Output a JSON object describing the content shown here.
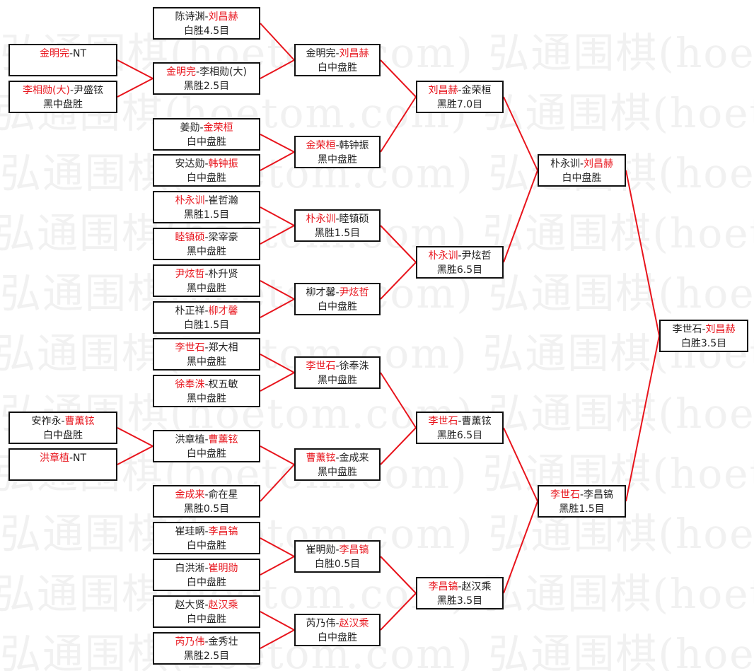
{
  "watermark": "弘通围棋(hoetom.com)",
  "colors": {
    "winner": "#e8141c",
    "connector": "#e8141c",
    "border": "#111111"
  },
  "matches": {
    "A1": {
      "p1": "金明完",
      "p2": "NT",
      "winner": 0,
      "result": ""
    },
    "A2": {
      "p1": "李相勋(大)",
      "p2": "尹盛铉",
      "winner": 0,
      "result": "黑中盘胜"
    },
    "A3": {
      "p1": "安祚永",
      "p2": "曹薰铉",
      "winner": 1,
      "result": "白中盘胜"
    },
    "A4": {
      "p1": "洪章植",
      "p2": "NT",
      "winner": 0,
      "result": ""
    },
    "B1": {
      "p1": "陈诗渊",
      "p2": "刘昌赫",
      "winner": 1,
      "result": "白胜4.5目"
    },
    "B2": {
      "p1": "金明完",
      "p2": "李相勋(大)",
      "winner": 0,
      "result": "黑胜2.5目"
    },
    "B3": {
      "p1": "姜勋",
      "p2": "金荣桓",
      "winner": 1,
      "result": "白中盘胜"
    },
    "B4": {
      "p1": "安达勋",
      "p2": "韩钟振",
      "winner": 1,
      "result": "白中盘胜"
    },
    "B5": {
      "p1": "朴永训",
      "p2": "崔哲瀚",
      "winner": 0,
      "result": "黑胜1.5目"
    },
    "B6": {
      "p1": "睦镇硕",
      "p2": "梁宰豪",
      "winner": 0,
      "result": "黑中盘胜"
    },
    "B7": {
      "p1": "尹炫哲",
      "p2": "朴升贤",
      "winner": 0,
      "result": "黑中盘胜"
    },
    "B8": {
      "p1": "朴正祥",
      "p2": "柳才馨",
      "winner": 1,
      "result": "白胜1.5目"
    },
    "B9": {
      "p1": "李世石",
      "p2": "郑大相",
      "winner": 0,
      "result": "黑中盘胜"
    },
    "B10": {
      "p1": "徐奉洙",
      "p2": "权五敏",
      "winner": 0,
      "result": "黑中盘胜"
    },
    "B11": {
      "p1": "洪章植",
      "p2": "曹薰铉",
      "winner": 1,
      "result": "白中盘胜"
    },
    "B12": {
      "p1": "金成来",
      "p2": "俞在星",
      "winner": 0,
      "result": "黑胜0.5目"
    },
    "B13": {
      "p1": "崔珪昞",
      "p2": "李昌镐",
      "winner": 1,
      "result": "白中盘胜"
    },
    "B14": {
      "p1": "白洪淅",
      "p2": "崔明勋",
      "winner": 1,
      "result": "白中盘胜"
    },
    "B15": {
      "p1": "赵大贤",
      "p2": "赵汉乘",
      "winner": 1,
      "result": "白中盘胜"
    },
    "B16": {
      "p1": "芮乃伟",
      "p2": "金秀壮",
      "winner": 0,
      "result": "黑胜2.5目"
    },
    "C1": {
      "p1": "金明完",
      "p2": "刘昌赫",
      "winner": 1,
      "result": "白中盘胜"
    },
    "C2": {
      "p1": "金荣桓",
      "p2": "韩钟振",
      "winner": 0,
      "result": "黑中盘胜"
    },
    "C3": {
      "p1": "朴永训",
      "p2": "睦镇硕",
      "winner": 0,
      "result": "黑胜1.5目"
    },
    "C4": {
      "p1": "柳才馨",
      "p2": "尹炫哲",
      "winner": 1,
      "result": "白中盘胜"
    },
    "C5": {
      "p1": "李世石",
      "p2": "徐奉洙",
      "winner": 0,
      "result": "黑中盘胜"
    },
    "C6": {
      "p1": "曹薰铉",
      "p2": "金成来",
      "winner": 0,
      "result": "黑中盘胜"
    },
    "C7": {
      "p1": "崔明勋",
      "p2": "李昌镐",
      "winner": 1,
      "result": "白胜0.5目"
    },
    "C8": {
      "p1": "芮乃伟",
      "p2": "赵汉乘",
      "winner": 1,
      "result": "白中盘胜"
    },
    "D1": {
      "p1": "刘昌赫",
      "p2": "金荣桓",
      "winner": 0,
      "result": "黑胜7.0目"
    },
    "D2": {
      "p1": "朴永训",
      "p2": "尹炫哲",
      "winner": 0,
      "result": "黑胜6.5目"
    },
    "D3": {
      "p1": "李世石",
      "p2": "曹薰铉",
      "winner": 0,
      "result": "黑胜6.5目"
    },
    "D4": {
      "p1": "李昌镐",
      "p2": "赵汉乘",
      "winner": 0,
      "result": "黑胜3.5目"
    },
    "E1": {
      "p1": "朴永训",
      "p2": "刘昌赫",
      "winner": 1,
      "result": "白中盘胜"
    },
    "E2": {
      "p1": "李世石",
      "p2": "李昌镐",
      "winner": 0,
      "result": "黑胜1.5目"
    },
    "F": {
      "p1": "李世石",
      "p2": "刘昌赫",
      "winner": 1,
      "result": "白胜3.5目"
    }
  }
}
